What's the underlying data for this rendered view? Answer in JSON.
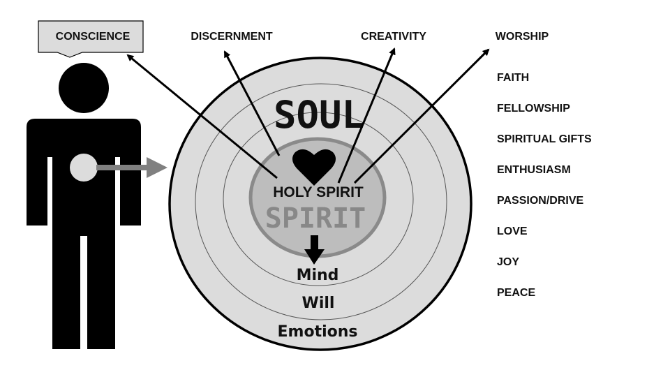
{
  "top_labels": {
    "conscience": "CONSCIENCE",
    "discernment": "DISCERNMENT",
    "creativity": "CREATIVITY",
    "worship": "WORSHIP"
  },
  "fruits": [
    "FAITH",
    "FELLOWSHIP",
    "SPIRITUAL GIFTS",
    "ENTHUSIASM",
    "PASSION/DRIVE",
    "LOVE",
    "JOY",
    "PEACE"
  ],
  "circle": {
    "soul": "SOUL",
    "spirit": "SPIRIT",
    "holy_spirit": "HOLY SPIRIT",
    "layers": [
      "Mind",
      "Will",
      "Emotions"
    ]
  },
  "colors": {
    "ring_fill": "#dcdcdc",
    "spirit_fill": "#bdbdbd",
    "spirit_stroke": "#8a8a8a",
    "arrow_gray": "#808080"
  }
}
